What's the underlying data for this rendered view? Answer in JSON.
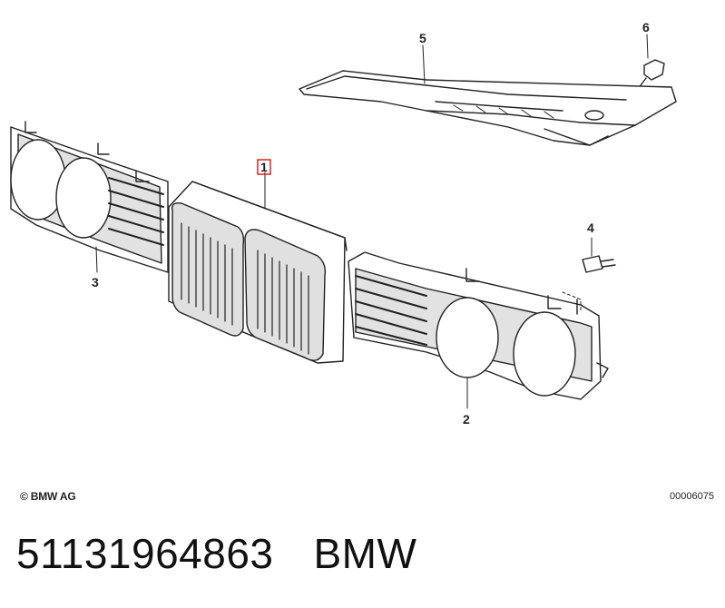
{
  "callouts": {
    "c1": "1",
    "c2": "2",
    "c3": "3",
    "c4": "4",
    "c5": "5",
    "c6": "6"
  },
  "footer": {
    "copyright": "© BMW AG",
    "reference": "00006075"
  },
  "part": {
    "number": "51131964863",
    "brand": "BMW"
  },
  "colors": {
    "line": "#222222",
    "shade": "#d9d9d9",
    "highlight": "#e00000"
  }
}
